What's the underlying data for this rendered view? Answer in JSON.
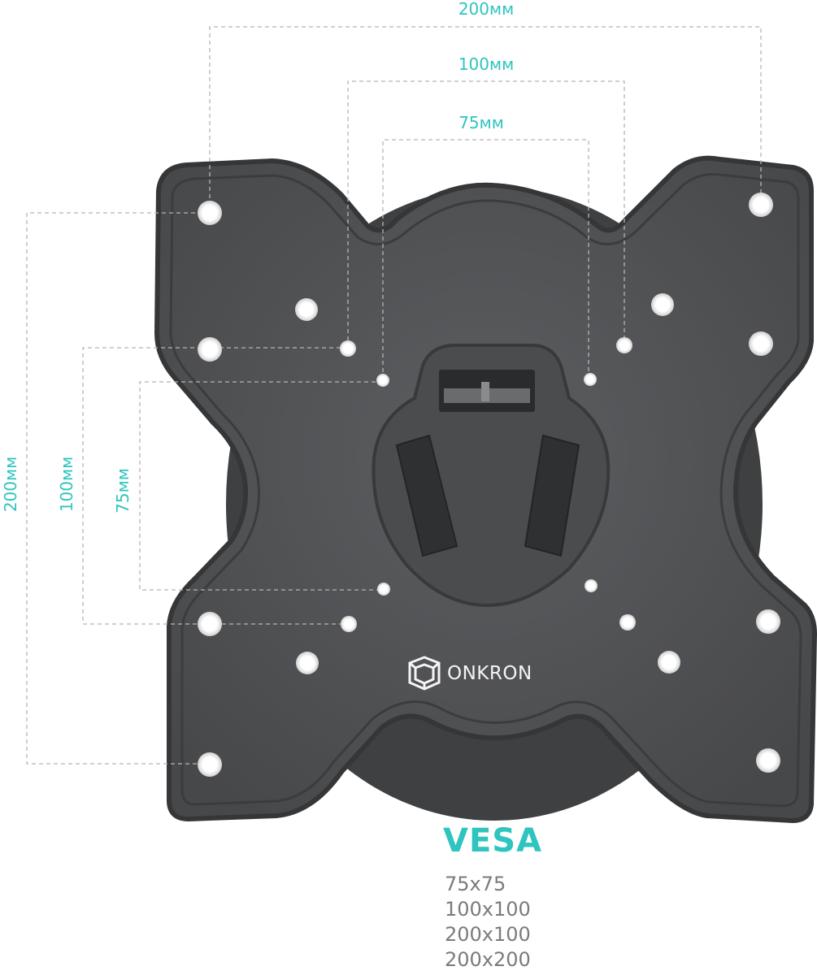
{
  "colors": {
    "accent": "#2ec4bf",
    "plate": "#545557",
    "plate_rim": "#3d3e40",
    "dashed": "#b5b5b5",
    "list_text": "#7b7b7b"
  },
  "dimensions": {
    "top_200": "200мм",
    "top_100": "100мм",
    "top_75": "75мм",
    "left_200": "200мм",
    "left_100": "100мм",
    "left_75": "75мм"
  },
  "brand": {
    "logo_icon": "onkron-cube-icon",
    "name": "ONKRON"
  },
  "vesa": {
    "title": "VESA",
    "sizes": [
      "75x75",
      "100x100",
      "200x100",
      "200x200"
    ]
  }
}
